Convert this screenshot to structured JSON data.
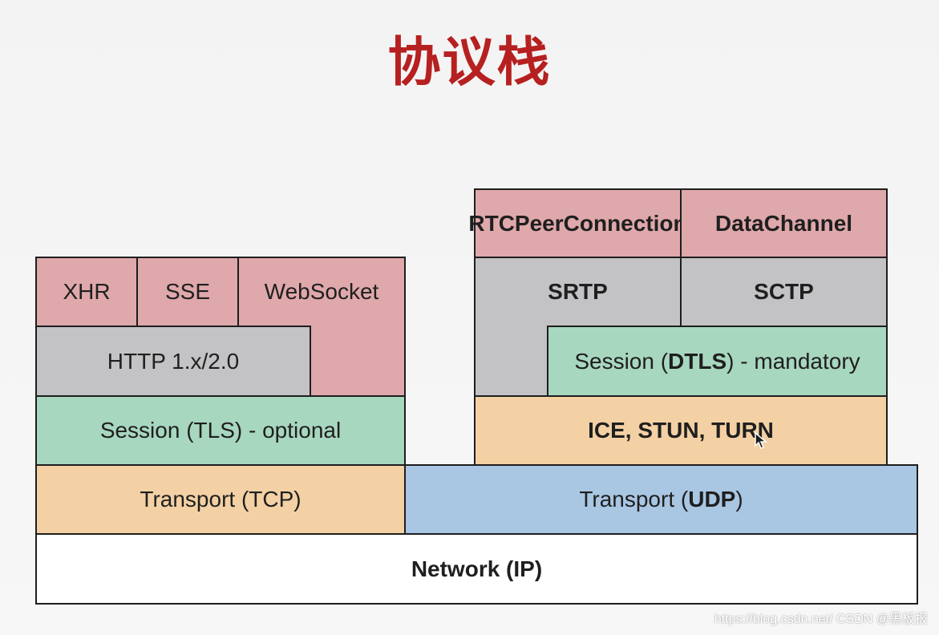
{
  "title": "协议栈",
  "left_stack": {
    "xhr": "XHR",
    "sse": "SSE",
    "websocket": "WebSocket",
    "http": "HTTP 1.x/2.0",
    "session_prefix": "Session (",
    "session_bold": "TLS",
    "session_suffix": ") - optional",
    "transport_prefix": "Transport (",
    "transport_bold": "TCP",
    "transport_suffix": ")"
  },
  "right_stack": {
    "rtcpeer": "RTCPeerConnection",
    "datachannel": "DataChannel",
    "srtp": "SRTP",
    "sctp": "SCTP",
    "session_prefix": "Session (",
    "session_bold": "DTLS",
    "session_suffix": ") - mandatory",
    "ice": "ICE, STUN, TURN",
    "transport_prefix": "Transport (",
    "transport_bold": "UDP",
    "transport_suffix": ")"
  },
  "network": "Network (IP)",
  "watermark": "https://blog.csdn.net/   CSDN @黑板报",
  "colors": {
    "title": "#b72020",
    "application": "#dfa8ab",
    "protocol": "#c3c2c4",
    "session": "#a8d7bf",
    "transport_tcp_ice": "#f3d1a4",
    "transport_udp": "#a9c6e3",
    "network": "#ffffff"
  }
}
